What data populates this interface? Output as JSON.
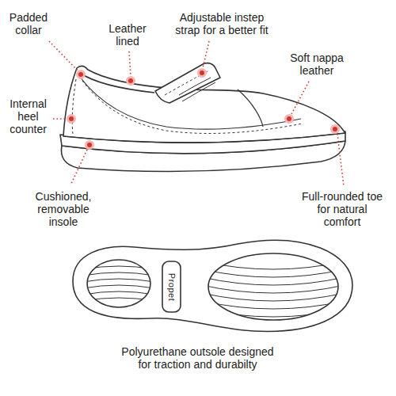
{
  "diagram": {
    "labels": [
      "Padded collar",
      "Leather lined",
      "Adjustable instep strap for a better fit",
      "Soft nappa leather",
      "Internal heel counter",
      "Cushioned, removable insole",
      "Full-rounded toe for natural comfort",
      "Propet",
      "Polyurethane outsole designed for traction and durabilty"
    ]
  }
}
